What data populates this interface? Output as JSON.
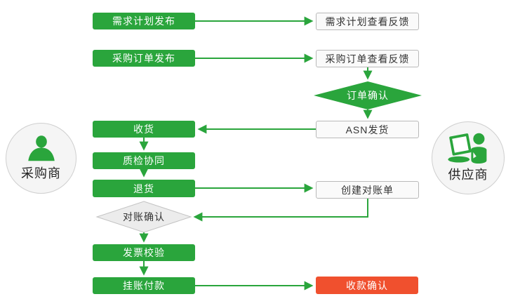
{
  "diagram": {
    "actors": {
      "buyer": {
        "label": "采购商"
      },
      "supplier": {
        "label": "供应商"
      }
    },
    "nodes": {
      "demand_plan_publish": "需求计划发布",
      "demand_plan_feedback": "需求计划查看反馈",
      "po_publish": "采购订单发布",
      "po_feedback": "采购订单查看反馈",
      "order_confirm": "订单确认",
      "receiving": "收货",
      "asn_ship": "ASN发货",
      "quality_collab": "质检协同",
      "return_goods": "退货",
      "create_statement": "创建对账单",
      "recon_confirm": "对账确认",
      "invoice_check": "发票校验",
      "book_payment": "挂账付款",
      "payment_confirm": "收款确认"
    },
    "colors": {
      "green": "#2aa53c",
      "red": "#f0502e",
      "gray_diamond_fill": "#ececec",
      "gray_border": "#c3c3c3",
      "white_box_fill": "#fafafa",
      "text_dark": "#333333"
    }
  }
}
